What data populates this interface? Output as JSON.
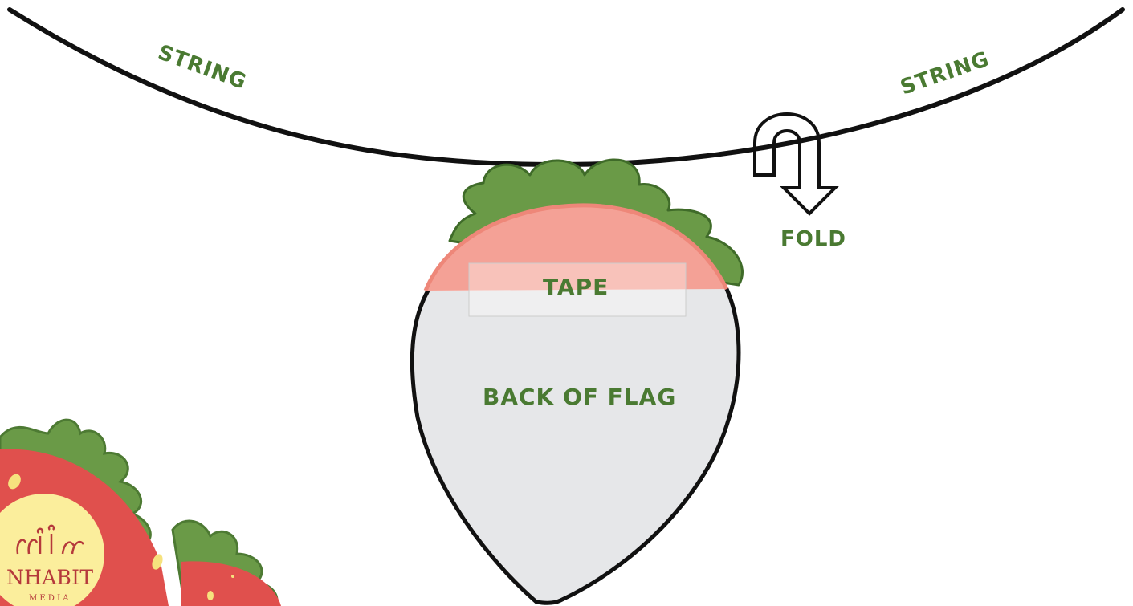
{
  "labels": {
    "string_left": "STRING",
    "string_right": "STRING",
    "fold": "FOLD",
    "tape": "TAPE",
    "back_of_flag": "BACK OF FLAG"
  },
  "logo": {
    "text": "NHABIT",
    "subtext": "M E D I A"
  },
  "colors": {
    "label_green": "#4a7a32",
    "leaf_green": "#6a9a47",
    "berry_red": "#e0504d",
    "flag_gray": "#e6e7e9",
    "tape_pink": "#f4a196",
    "logo_yellow": "#fbee9c",
    "string_black": "#111111"
  }
}
